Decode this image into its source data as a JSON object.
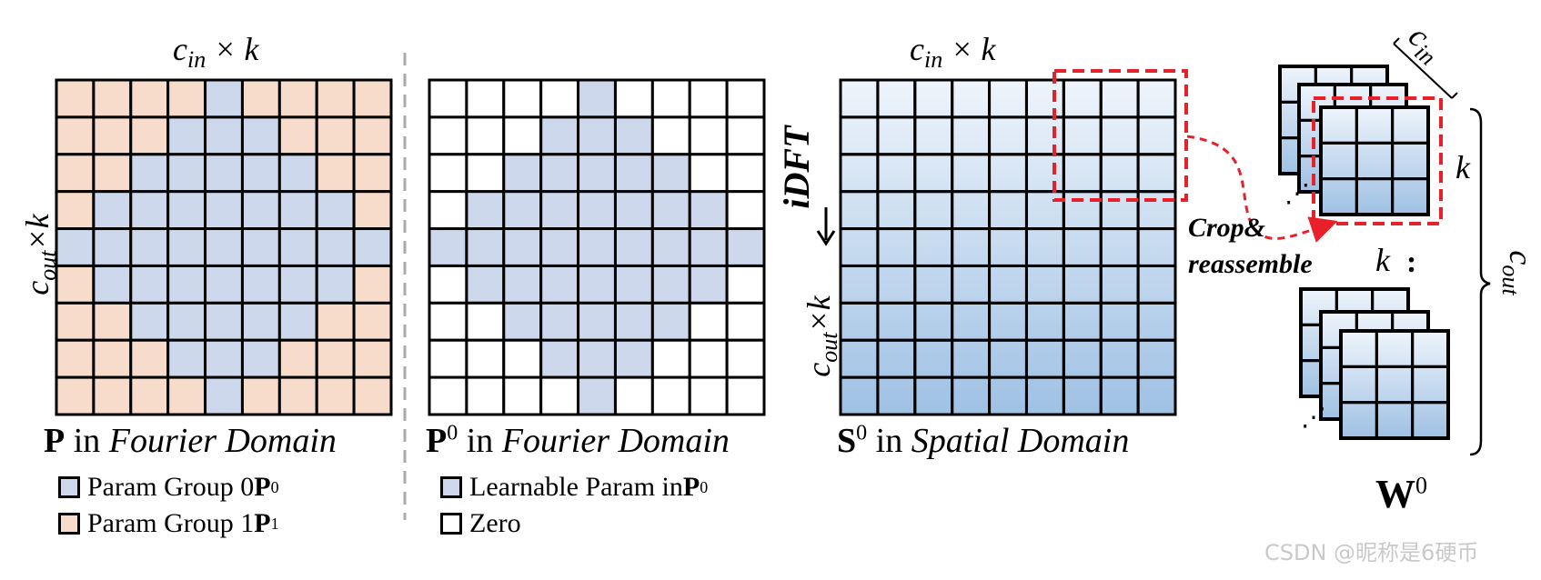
{
  "colors": {
    "group0": "#cdd8ec",
    "group1": "#f8dccb",
    "zero": "#ffffff",
    "spatial_top": "#eef4fb",
    "spatial_bottom": "#9fc1e4",
    "crop_box": "#e8202a",
    "divider": "#aaaaaa"
  },
  "panel_p": {
    "top_dim": {
      "var": "c",
      "sub": "in",
      "rest": " × k"
    },
    "side_dim": {
      "var": "c",
      "sub": "out",
      "rest": "×k"
    },
    "caption": {
      "bold": "P",
      "sup": "",
      "word": " in ",
      "domain": "Fourier Domain"
    },
    "grid": [
      [
        1,
        1,
        1,
        1,
        0,
        1,
        1,
        1,
        1
      ],
      [
        1,
        1,
        1,
        0,
        0,
        0,
        1,
        1,
        1
      ],
      [
        1,
        1,
        0,
        0,
        0,
        0,
        0,
        1,
        1
      ],
      [
        1,
        0,
        0,
        0,
        0,
        0,
        0,
        0,
        1
      ],
      [
        0,
        0,
        0,
        0,
        0,
        0,
        0,
        0,
        0
      ],
      [
        1,
        0,
        0,
        0,
        0,
        0,
        0,
        0,
        1
      ],
      [
        1,
        1,
        0,
        0,
        0,
        0,
        0,
        1,
        1
      ],
      [
        1,
        1,
        1,
        0,
        0,
        0,
        1,
        1,
        1
      ],
      [
        1,
        1,
        1,
        1,
        0,
        1,
        1,
        1,
        1
      ]
    ],
    "legend": [
      {
        "label": "Param Group 0 ",
        "bold": "P",
        "sup": "0",
        "color_key": "group0"
      },
      {
        "label": "Param Group 1 ",
        "bold": "P",
        "sup": "1",
        "color_key": "group1"
      }
    ]
  },
  "panel_p0": {
    "caption": {
      "bold": "P",
      "sup": "0",
      "word": " in ",
      "domain": "Fourier Domain"
    },
    "grid": [
      [
        0,
        0,
        0,
        0,
        1,
        0,
        0,
        0,
        0
      ],
      [
        0,
        0,
        0,
        1,
        1,
        1,
        0,
        0,
        0
      ],
      [
        0,
        0,
        1,
        1,
        1,
        1,
        1,
        0,
        0
      ],
      [
        0,
        1,
        1,
        1,
        1,
        1,
        1,
        1,
        0
      ],
      [
        1,
        1,
        1,
        1,
        1,
        1,
        1,
        1,
        1
      ],
      [
        0,
        1,
        1,
        1,
        1,
        1,
        1,
        1,
        0
      ],
      [
        0,
        0,
        1,
        1,
        1,
        1,
        1,
        0,
        0
      ],
      [
        0,
        0,
        0,
        1,
        1,
        1,
        0,
        0,
        0
      ],
      [
        0,
        0,
        0,
        0,
        1,
        0,
        0,
        0,
        0
      ]
    ],
    "legend": [
      {
        "label": "Learnable Param in ",
        "bold": "P",
        "sup": "0",
        "color_key": "group0"
      },
      {
        "label": "Zero",
        "bold": "",
        "sup": "",
        "color_key": "zero"
      }
    ]
  },
  "transform": {
    "label": "iDFT"
  },
  "panel_s0": {
    "top_dim": {
      "var": "c",
      "sub": "in",
      "rest": " × k"
    },
    "side_dim": {
      "var": "c",
      "sub": "out",
      "rest": "×k"
    },
    "caption": {
      "bold": "S",
      "sup": "0",
      "word": " in ",
      "domain": "Spatial Domain"
    }
  },
  "crop": {
    "line1": "Crop&",
    "line2": "reassemble"
  },
  "panel_w0": {
    "in_label": {
      "var": "c",
      "sub": "in"
    },
    "k_right": "k",
    "k_mid": "k",
    "dots": ":",
    "out_label": {
      "var": "c",
      "sub": "out"
    },
    "caption": {
      "bold": "W",
      "sup": "0"
    }
  },
  "watermark": "CSDN @昵称是6硬币"
}
